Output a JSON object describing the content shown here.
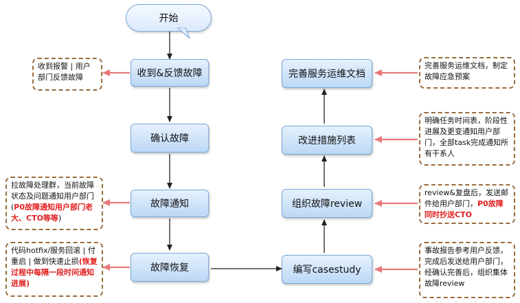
{
  "start": {
    "label": "开始"
  },
  "left_steps": [
    {
      "label": "收到&反馈故障"
    },
    {
      "label": "确认故障"
    },
    {
      "label": "故障通知"
    },
    {
      "label": "故障恢复"
    }
  ],
  "right_steps": [
    {
      "label": "完善服务运维文档"
    },
    {
      "label": "改进措施列表"
    },
    {
      "label": "组织故障review"
    },
    {
      "label": "编写casestudy"
    }
  ],
  "notes": {
    "receive": {
      "text": "收到报警 | 用户部门反馈故障"
    },
    "notify": {
      "text": "拉故障处理群，当前故障状态及问题通知用户部门(",
      "red": "P0故障通知用户部门老大、CTO等等",
      "tail": ")"
    },
    "recover": {
      "text": "代码hotfix/服务回滚 | 付重启 | 做到快速止损",
      "red": "(恢复过程中每隔一段时间通知进展)"
    },
    "docs": {
      "text": "完善服务运维文档，制定故障应急预案"
    },
    "improve": {
      "text": "明确任务时间表，阶段性进展及更变通知用户部门，全部task完成通知所有干系人"
    },
    "review": {
      "text": "review&复盘后，发送邮件给用户部门，",
      "red": "P0故障同时抄送CTO"
    },
    "casestudy": {
      "text": "事故报告参考用户反馈，完成后发送给用户部门，经确认完善后，组织集体故障review"
    }
  },
  "colors": {
    "node_border": "#7aa8d8",
    "note_border": "#9a6a3c",
    "arrow_red": "#e8787a",
    "arrow_dark": "#222222",
    "highlight": "#e02020"
  }
}
